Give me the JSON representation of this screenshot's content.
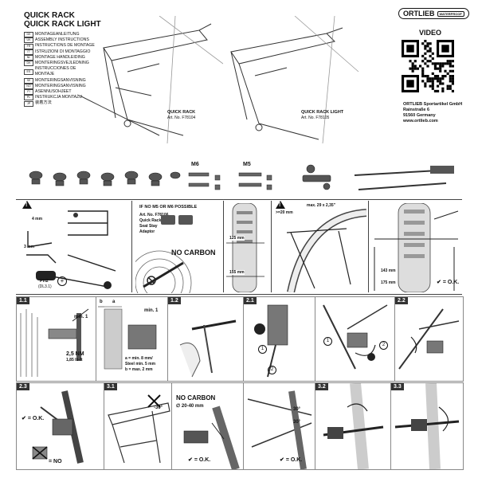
{
  "header": {
    "title_1": "QUICK RACK",
    "title_2": "QUICK RACK LIGHT",
    "languages": [
      {
        "code": "DE",
        "text": "MONTAGEANLEITUNG"
      },
      {
        "code": "UK",
        "text": "ASSEMBLY INSTRUCTIONS"
      },
      {
        "code": "FR",
        "text": "INSTRUCTIONS DE MONTAGE"
      },
      {
        "code": "IT",
        "text": "ISTRUZIONI DI MONTAGGIO"
      },
      {
        "code": "NL",
        "text": "MONTAGE HANDLEIDING"
      },
      {
        "code": "DK",
        "text": "MONTERINGSVEJLEDNING"
      },
      {
        "code": "ES",
        "text": "INSTRUCCIONES DE MONTAJE"
      },
      {
        "code": "SE",
        "text": "MONTERINGSANVISNING"
      },
      {
        "code": "NO",
        "text": "MONTERINGSANVISNING"
      },
      {
        "code": "FI",
        "text": "ASENNUSOHJEET"
      },
      {
        "code": "PL",
        "text": "INSTRUKCJA MONTAŻU"
      },
      {
        "code": "JP",
        "text": "装着方法"
      }
    ],
    "rack_1_name": "QUICK RACK",
    "rack_1_art": "Art. No. F78104",
    "rack_2_name": "QUICK RACK LIGHT",
    "rack_2_art": "Art. No. F78105",
    "logo": "ORTLIEB",
    "logo_sub": "WATERPROOF",
    "video": "VIDEO",
    "company": "ORTLIEB Sportartikel GmbH",
    "street": "Rainstraße 6",
    "city": "91560 Germany",
    "web": "www.ortlieb.com"
  },
  "parts": {
    "m6": "M6",
    "m5": "M5"
  },
  "tools": {
    "hex_4": "4 mm",
    "hex_3": "3 mm",
    "screwdriver": "PH2",
    "screwdriver_sub": "(DL3.1)"
  },
  "adapter": {
    "note": "IF NO M5 OR M6 POSSIBLE",
    "art": "Art. No. F78106",
    "name_1": "Quick Rack",
    "name_2": "Seat Stay",
    "name_3": "Adaptor",
    "no_carbon": "NO CARBON",
    "dim_125": "125 mm",
    "dim_155": "155 mm"
  },
  "clearance": {
    "gap": ">=20 mm",
    "max": "max. 29 x 2,35\"",
    "dim_143": "143 mm",
    "dim_175": "175 mm",
    "ok": "= O.K."
  },
  "steps": {
    "s11": "1.1",
    "s12": "1.2",
    "s21": "2.1",
    "s22": "2.2",
    "s23": "2.3",
    "s31": "3.1",
    "s32": "3.2",
    "s33": "3.3"
  },
  "step11": {
    "min1": "min. 1",
    "min1_b": "min. 1",
    "torque": "2,5 NM",
    "torque_imp": "1,85 lb-ft",
    "b": "b",
    "a": "a",
    "a_spec": "a = min. 8 mm/",
    "a_spec_2": "Steel min. 5 mm",
    "b_spec": "b = max. 2 mm"
  },
  "step23": {
    "ok": "= O.K.",
    "no": "= NO"
  },
  "step31": {
    "angle": "-30°",
    "no_carbon": "NO CARBON",
    "diameter": "∅ 20-40 mm",
    "ok": "= O.K.",
    "a30_1": "30°",
    "a30_2": "30°",
    "ok2": "= O.K."
  },
  "markers": {
    "one": "1",
    "two": "2"
  }
}
